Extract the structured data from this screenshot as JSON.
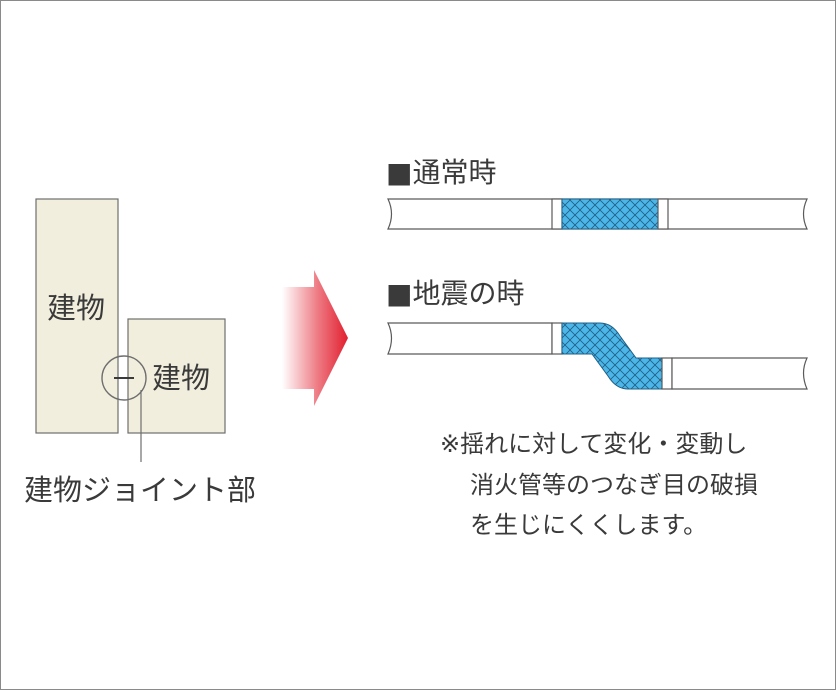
{
  "building_label_left": "建物",
  "building_label_right": "建物",
  "joint_label": "建物ジョイント部",
  "normal_title": "■通常時",
  "earthquake_title": "■地震の時",
  "note_lines": [
    "※揺れに対して変化・変動し",
    "消火管等のつなぎ目の破損",
    "を生じにくくします。"
  ],
  "colors": {
    "building_fill": "#f1eedd",
    "building_stroke": "#6e6e6e",
    "joint_fill": "#4db6e8",
    "arrow_color": "#e21f2f",
    "text": "#3a3a3a",
    "square_marker": "#3a3a3a"
  }
}
